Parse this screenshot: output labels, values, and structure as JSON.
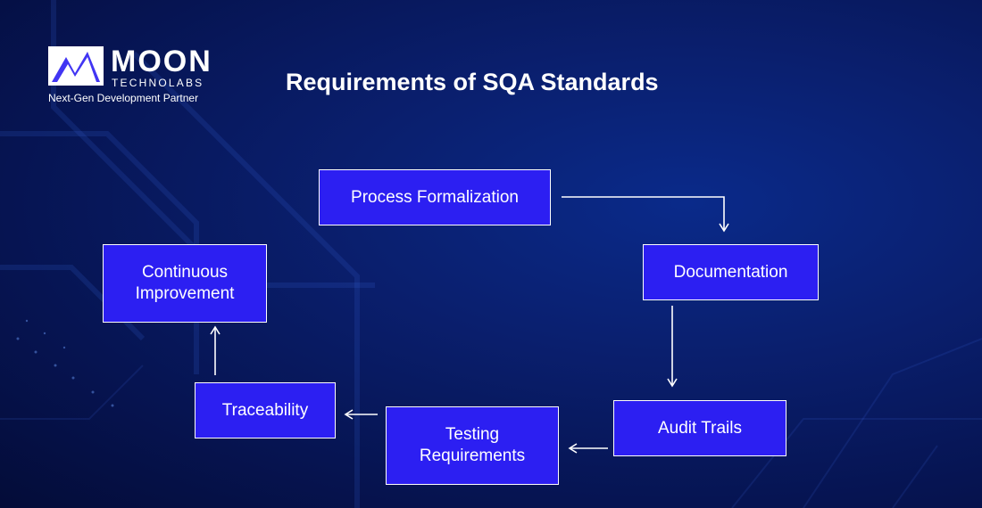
{
  "brand": {
    "name": "MOON",
    "sub": "TECHNOLABS",
    "tagline": "Next-Gen Development Partner"
  },
  "title": "Requirements of SQA Standards",
  "colors": {
    "background": "#0a1f6e",
    "box_fill": "#2c1ff2",
    "box_border": "#ffffff",
    "text": "#ffffff"
  },
  "nodes": [
    {
      "id": "process",
      "label": "Process Formalization"
    },
    {
      "id": "documentation",
      "label": "Documentation"
    },
    {
      "id": "audit",
      "label": "Audit Trails"
    },
    {
      "id": "testing",
      "label": "Testing Requirements"
    },
    {
      "id": "traceability",
      "label": "Traceability"
    },
    {
      "id": "continuous",
      "label": "Continuous Improvement"
    }
  ],
  "edges": [
    {
      "from": "process",
      "to": "documentation"
    },
    {
      "from": "documentation",
      "to": "audit"
    },
    {
      "from": "audit",
      "to": "testing"
    },
    {
      "from": "testing",
      "to": "traceability"
    },
    {
      "from": "traceability",
      "to": "continuous"
    }
  ]
}
